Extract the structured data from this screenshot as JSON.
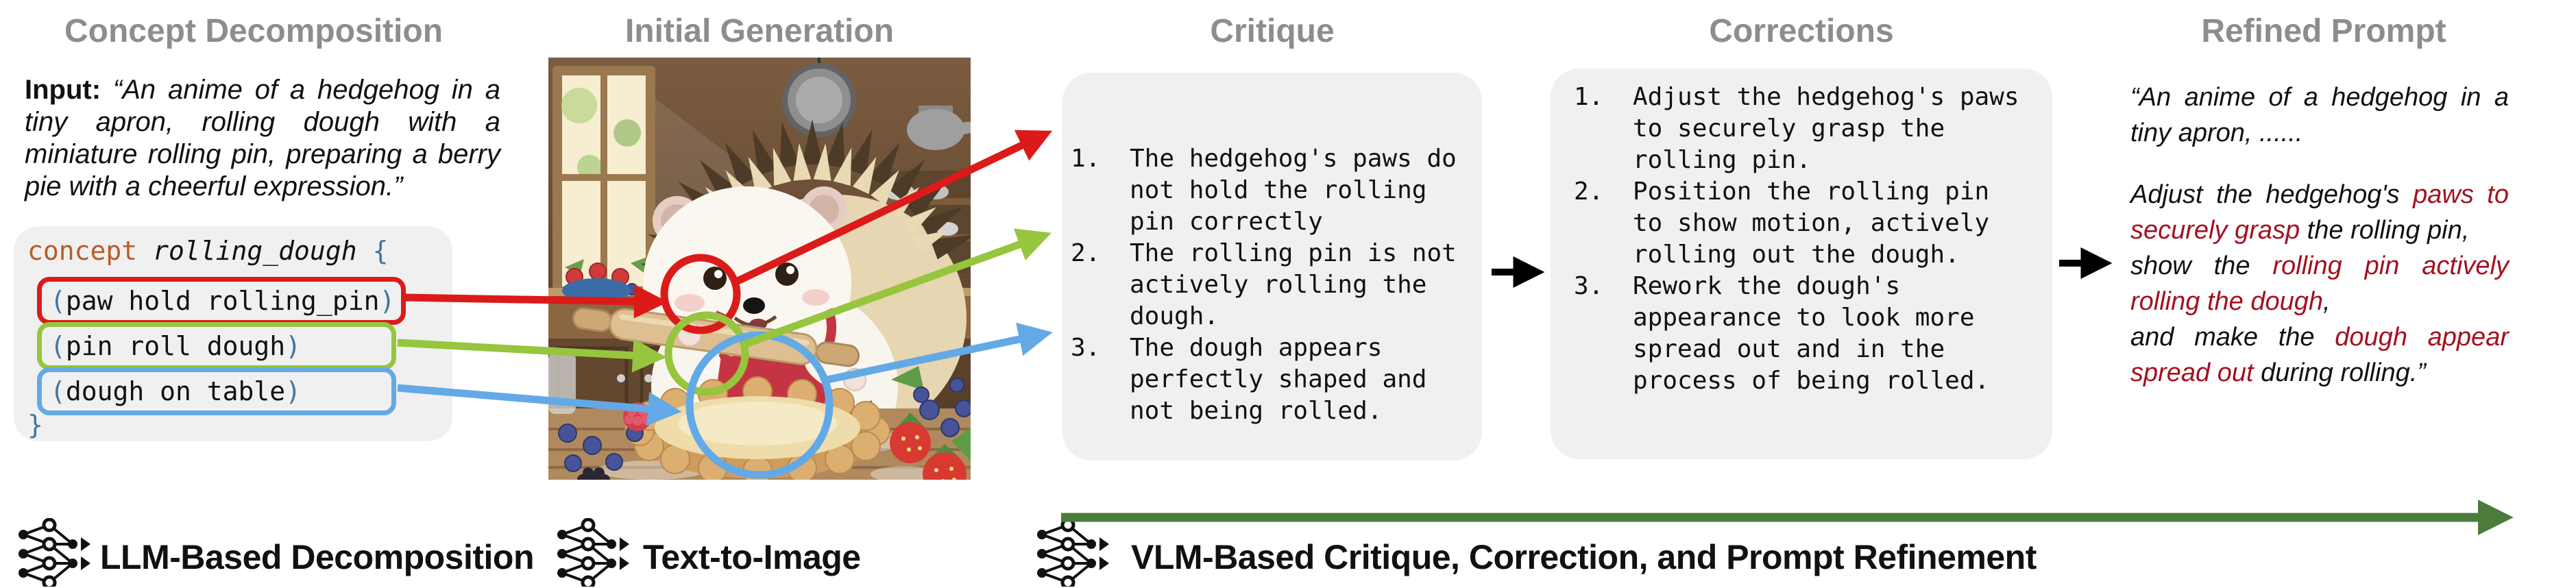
{
  "titles": {
    "col1": "Concept Decomposition",
    "col2": "Initial Generation",
    "col3": "Critique",
    "col4": "Corrections",
    "col5": "Refined Prompt"
  },
  "input": {
    "label": "Input:",
    "lines": [
      "“An anime of a hedgehog in a",
      "tiny apron, rolling dough with a",
      "miniature rolling pin, preparing a berry",
      "pie with a cheerful expression.”"
    ]
  },
  "code": {
    "keyword": "concept",
    "name": "rolling_dough",
    "open_brace": "{",
    "close_brace": "}",
    "relations": [
      {
        "open": "(",
        "body": "paw hold rolling_pin",
        "close": ")"
      },
      {
        "open": "(",
        "body": "pin roll dough",
        "close": ")"
      },
      {
        "open": "(",
        "body": "dough on table",
        "close": ")"
      }
    ]
  },
  "critique": {
    "items": [
      {
        "num": "1.",
        "text": "The hedgehog's paws do not hold the rolling pin correctly"
      },
      {
        "num": "2.",
        "text": "The rolling pin is not actively rolling the dough."
      },
      {
        "num": "3.",
        "text": "The dough appears perfectly shaped and not being rolled."
      }
    ]
  },
  "corrections": {
    "items": [
      {
        "num": "1.",
        "text": "Adjust the hedgehog's paws to securely grasp the rolling pin."
      },
      {
        "num": "2.",
        "text": "Position the rolling pin to show motion, actively rolling out the dough."
      },
      {
        "num": "3.",
        "text": "Rework the dough's appearance to look more spread out and in the process of being rolled."
      }
    ]
  },
  "refined": {
    "para1": [
      "“An anime of a hedgehog in a",
      "tiny apron, ......"
    ],
    "para2": [
      [
        "Adjust the hedgehog's ",
        "paws to"
      ],
      [
        "securely grasp",
        " the rolling pin,"
      ],
      [
        "show the ",
        "rolling pin actively"
      ],
      [
        "rolling the dough",
        ","
      ],
      [
        "and make the ",
        "dough appear"
      ],
      [
        "spread out",
        " during rolling.”"
      ]
    ]
  },
  "footers": {
    "llm": "LLM-Based Decomposition",
    "t2i": "Text-to-Image",
    "vlm": "VLM-Based Critique, Correction, and Prompt Refinement"
  },
  "icons": {
    "footer_icon": "neural-network-icon",
    "annotations": [
      "red-highlight-circle",
      "green-highlight-circle",
      "blue-highlight-circle"
    ]
  },
  "colors": {
    "title_gray": "#8d8d8d",
    "panel_gray": "#f0f0f0",
    "anno_red": "#dc1a1a",
    "anno_green": "#96c53e",
    "anno_blue": "#63a9e6",
    "refined_red": "#a31120",
    "keyword_orange": "#b65c28",
    "punct_blue": "#41769f",
    "flow_green": "#4c7c3b",
    "text_black": "#111111"
  }
}
